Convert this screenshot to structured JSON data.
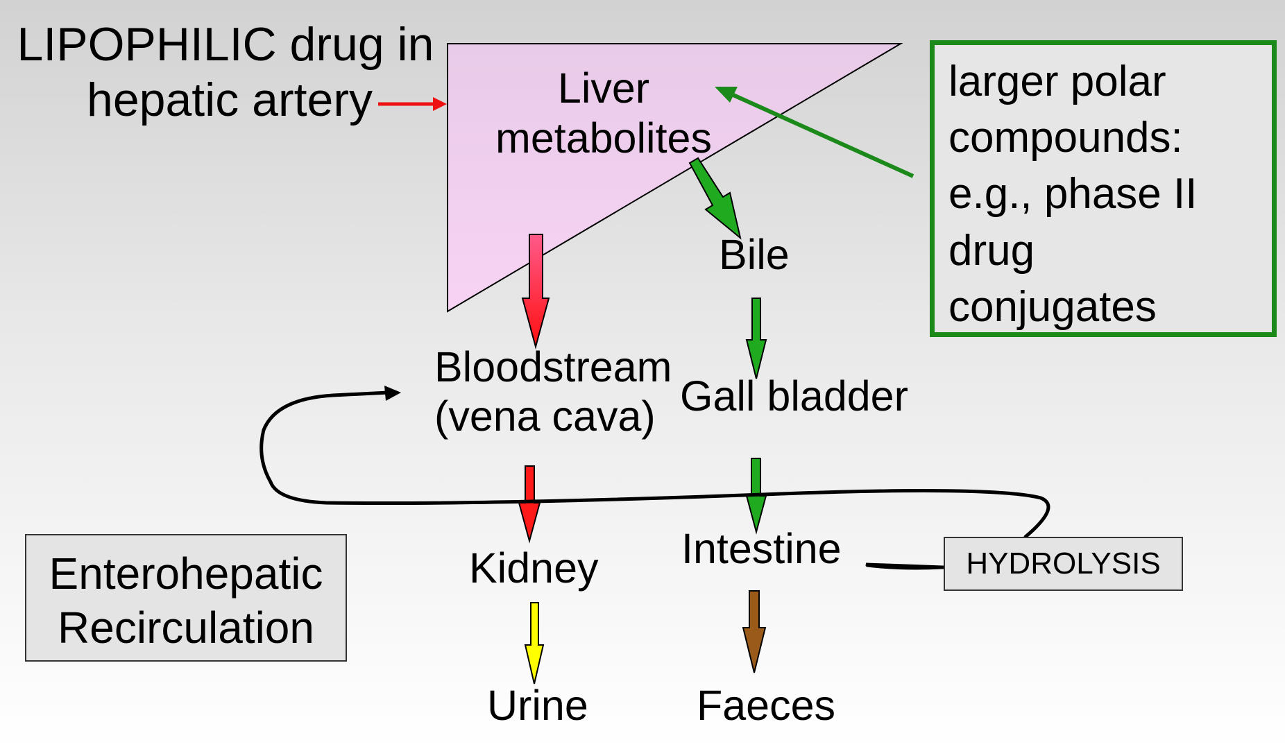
{
  "labels": {
    "source": [
      "LIPOPHILIC drug in",
      "hepatic artery"
    ],
    "liver": [
      "Liver",
      "metabolites"
    ],
    "bile": "Bile",
    "bloodstream": [
      "Bloodstream",
      "(vena cava)"
    ],
    "gall_bladder": "Gall bladder",
    "kidney": "Kidney",
    "intestine": "Intestine",
    "urine": "Urine",
    "faeces": "Faeces",
    "hydrolysis": "HYDROLYSIS",
    "polar_box": [
      "larger polar",
      "compounds:",
      "e.g., phase II",
      "drug",
      "conjugates"
    ],
    "entero_box": [
      "Enterohepatic",
      "Recirculation"
    ]
  },
  "colors": {
    "liver_fill": "#f2cdee",
    "red": "#ff1a1a",
    "green": "#1faa1f",
    "yellow": "#ffff00",
    "brown": "#9a5a1a",
    "box_border_green": "#1b8a1b",
    "line": "#000000"
  }
}
